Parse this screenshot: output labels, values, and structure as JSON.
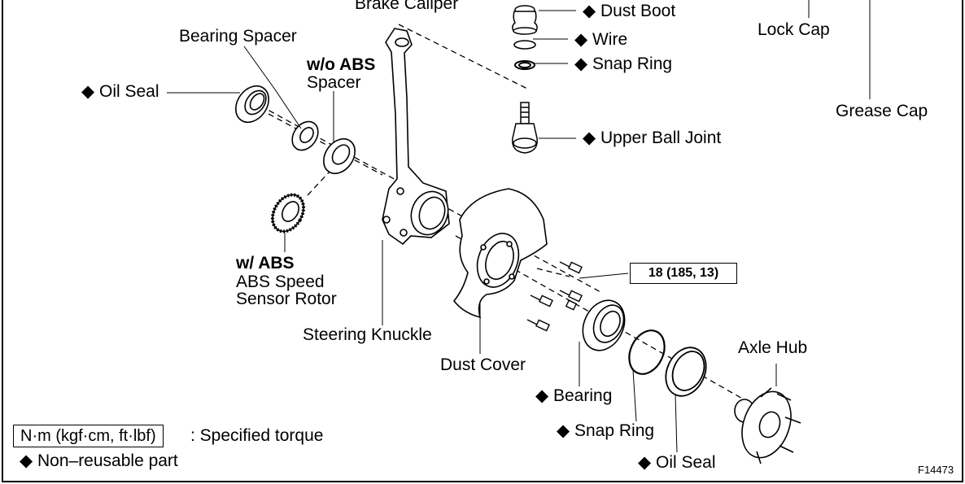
{
  "labels": {
    "brake_caliper": "Brake Caliper",
    "dust_boot": "◆ Dust Boot",
    "wire": "◆ Wire",
    "snap_ring_upper": "◆ Snap Ring",
    "upper_ball_joint": "◆ Upper Ball Joint",
    "lock_cap": "Lock Cap",
    "grease_cap": "Grease Cap",
    "bearing_spacer": "Bearing Spacer",
    "wo_abs": "w/o ABS",
    "spacer": "Spacer",
    "oil_seal_left": "◆ Oil Seal",
    "w_abs": "w/  ABS",
    "abs_speed": "ABS Speed",
    "sensor_rotor": "Sensor Rotor",
    "steering_knuckle": "Steering Knuckle",
    "dust_cover": "Dust Cover",
    "bearing": "◆ Bearing",
    "snap_ring_lower": "◆ Snap Ring",
    "oil_seal_right": "◆ Oil Seal",
    "axle_hub": "Axle Hub",
    "torque_value": "18 (185, 13)"
  },
  "legend": {
    "unit_box": "N·m (kgf·cm, ft·lbf)",
    "unit_desc": ": Specified torque",
    "non_reusable": "◆ Non–reusable part"
  },
  "figure_id": "F14473"
}
